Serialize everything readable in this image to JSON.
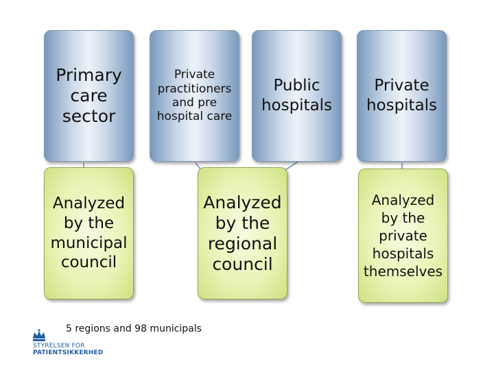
{
  "boxes": {
    "primary_care": "Primary care sector",
    "private_practitioners": "Private practitioners and pre hospital care",
    "public_hospitals": "Public hospitals",
    "private_hospitals": "Private hospitals",
    "municipal": "Analyzed by the municipal council",
    "regional": "Analyzed by the regional council",
    "private_themselves": "Analyzed by the private hospitals themselves"
  },
  "caption": "5 regions and 98 municipals",
  "logo": {
    "line1": "STYRELSEN FOR",
    "line2": "PATIENTSIKKERHED",
    "icon": "crown-icon"
  },
  "colors": {
    "top_box": "#a9bfd8",
    "bottom_box": "#e4efa8",
    "connector": "#8aa6c4",
    "logo": "#1f5fa5"
  }
}
